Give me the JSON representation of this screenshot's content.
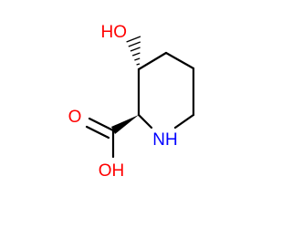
{
  "molecule": {
    "atoms": {
      "hydroxyl": "HO",
      "carbonyl_oxygen": "O",
      "acid_hydroxyl": "OH",
      "ring_nitrogen": "NH"
    },
    "colors": {
      "oxygen": "#ff0000",
      "nitrogen": "#0000ff",
      "bond": "#000000",
      "background": "#ffffff"
    }
  }
}
